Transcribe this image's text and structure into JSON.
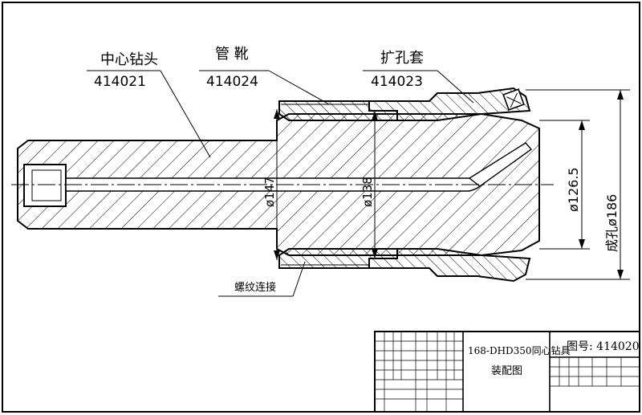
{
  "labels": {
    "center_bit": {
      "name": "中心钻头",
      "code": "414021"
    },
    "casing_shoe": {
      "name": "管 靴",
      "code": "414024"
    },
    "reamer_sleeve": {
      "name": "扩孔套",
      "code": "414023"
    },
    "thread_connection": "螺纹连接"
  },
  "dimensions": {
    "d147": "ø147",
    "d138": "ø138",
    "d126_5": "ø126.5",
    "hole_d186": "成孔ø186"
  },
  "title_block": {
    "title_line1": "168-DHD350同心钻具",
    "title_line2": "装配图",
    "drawing_no": "图号: 414020"
  }
}
